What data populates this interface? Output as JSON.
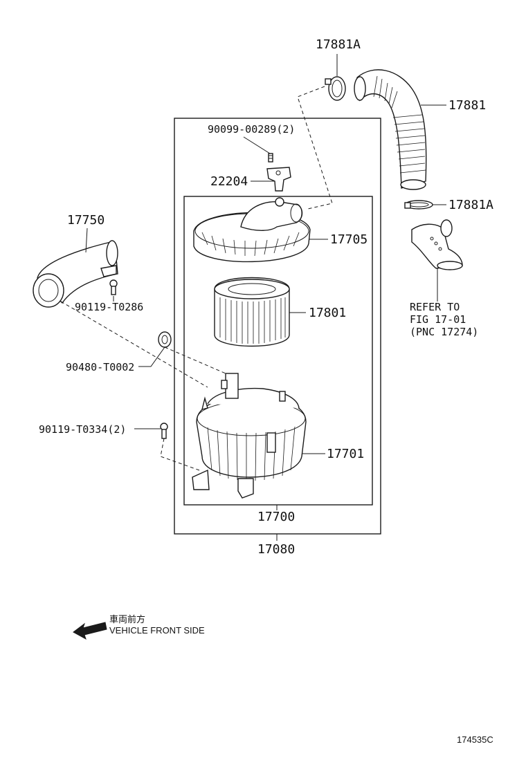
{
  "callouts": {
    "clamp_upper": "17881A",
    "hose": "17881",
    "screw_sensor": "90099-00289(2)",
    "sensor": "22204",
    "clamp_lower": "17881A",
    "intake_duct": "17750",
    "cap": "17705",
    "bolt_duct": "90119-T0286",
    "element": "17801",
    "grommet": "90480-T0002",
    "bolt_case": "90119-T0334(2)",
    "case": "17701",
    "assy_inner": "17700",
    "assy_outer": "17080"
  },
  "refer": {
    "line1": "REFER TO",
    "line2": "FIG 17-01",
    "line3": "(PNC 17274)"
  },
  "direction": {
    "jp": "車両前方",
    "en": "VEHICLE FRONT SIDE"
  },
  "figure_code": "174535C"
}
